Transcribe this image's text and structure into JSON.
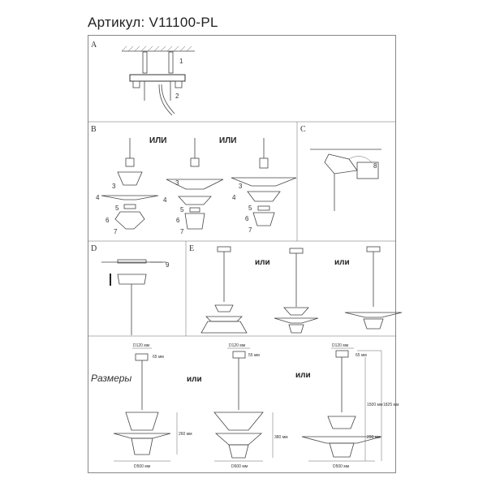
{
  "header": {
    "article": "Артикул: V11100-PL"
  },
  "sections": {
    "a": "A",
    "b": "B",
    "c": "C",
    "d": "D",
    "e": "E"
  },
  "or_word": "ИЛИ",
  "or_word_lower": "или",
  "dimensions_title": "Размеры",
  "steps": {
    "s1": "1",
    "s2": "2",
    "s3": "3",
    "s4": "4",
    "s5": "5",
    "s6": "6",
    "s7": "7",
    "s8": "8",
    "s9": "9"
  },
  "dims": {
    "d120": "D120 мм",
    "h65": "65 мм",
    "h55": "55 мм",
    "d500": "D500 мм",
    "d600": "D600 мм",
    "h260": "260 мм",
    "h380": "380 мм",
    "h290": "290 мм",
    "h1500": "1500 мм",
    "h1825": "1825 мм"
  }
}
